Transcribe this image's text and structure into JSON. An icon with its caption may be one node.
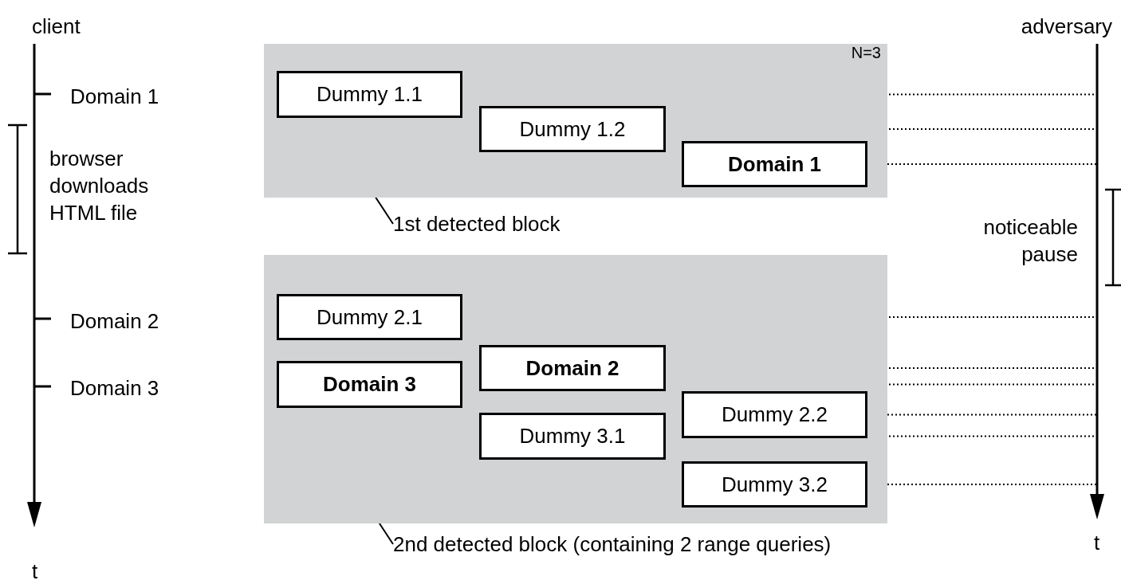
{
  "diagram": {
    "nodes": [
      {
        "text": [
          "N=3"
        ]
      },
      {
        "text": [
          "Dummy 1.1"
        ],
        "in": 0
      },
      {
        "text": [
          "Dummy 1.2"
        ],
        "in": 0
      },
      {
        "text": [
          "Domain 1"
        ],
        "in": 0
      },
      {
        "text": [],
        "shape": "box"
      },
      {
        "text": [
          "Dummy 2.1"
        ],
        "in": 4
      },
      {
        "text": [
          "Domain 3"
        ],
        "in": 4
      },
      {
        "text": [
          "Domain 2"
        ],
        "in": 4
      },
      {
        "text": [
          "Dummy 3.1"
        ],
        "in": 4
      },
      {
        "text": [
          "Dummy 2.2"
        ],
        "in": 4
      },
      {
        "text": [
          "Dummy 3.2"
        ],
        "in": 4
      },
      {
        "text": [
          "1st detected block"
        ]
      },
      {
        "text": [
          "2nd detected block (containing 2 range queries)"
        ]
      }
    ],
    "edges": [
      {
        "from": 1,
        "to": null,
        "arrow": "none",
        "style": "dashed"
      },
      {
        "from": 2,
        "to": null,
        "arrow": "none",
        "style": "dashed"
      },
      {
        "from": 3,
        "to": null,
        "arrow": "none",
        "style": "dashed"
      },
      {
        "from": 5,
        "to": null,
        "arrow": "none",
        "style": "dashed"
      },
      {
        "from": 7,
        "to": null,
        "arrow": "none",
        "style": "dashed"
      },
      {
        "from": 6,
        "to": null,
        "arrow": "none",
        "style": "dashed"
      },
      {
        "from": 9,
        "to": null,
        "arrow": "none",
        "style": "dashed"
      },
      {
        "from": 8,
        "to": null,
        "arrow": "none",
        "style": "dashed"
      },
      {
        "from": 10,
        "to": null,
        "arrow": "none",
        "style": "dashed"
      },
      {
        "from": 11,
        "to": 0,
        "arrow": "other"
      },
      {
        "from": 12,
        "to": 4,
        "arrow": "other"
      }
    ],
    "labels": [
      "client",
      "adversary",
      "Domain 1",
      "browser downloads HTML file",
      "noticeable pause",
      "Domain 2",
      "Domain 3",
      "t",
      "t"
    ]
  }
}
